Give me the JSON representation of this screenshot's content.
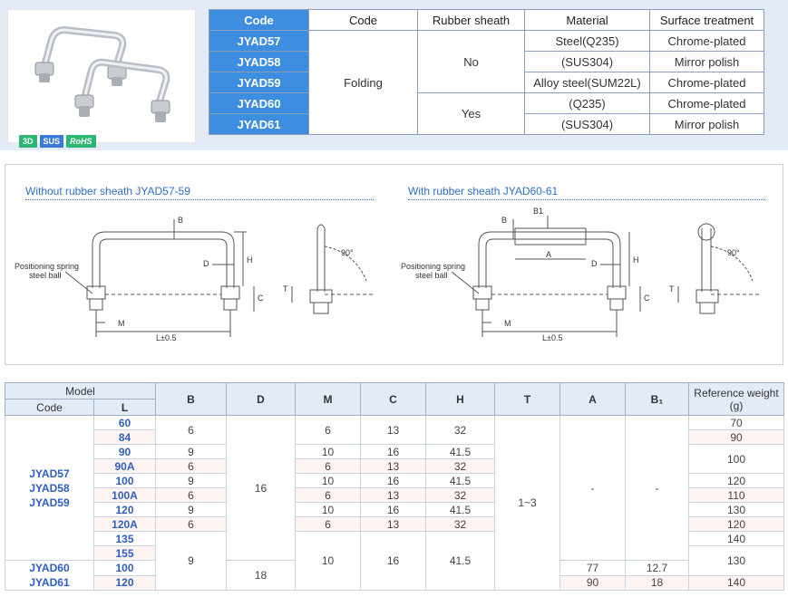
{
  "badges": [
    "3D",
    "SUS",
    "RoHS"
  ],
  "spec_table": {
    "headers": [
      "Code",
      "Code",
      "Rubber sheath",
      "Material",
      "Surface treatment"
    ],
    "codes": [
      "JYAD57",
      "JYAD58",
      "JYAD59",
      "JYAD60",
      "JYAD61"
    ],
    "type": "Folding",
    "rubber_no": "No",
    "rubber_yes": "Yes",
    "materials": [
      "Steel(Q235)",
      "(SUS304)",
      "Alloy steel(SUM22L)",
      "(Q235)",
      "(SUS304)"
    ],
    "surfaces": [
      "Chrome-plated",
      "Mirror polish",
      "Chrome-plated",
      "Chrome-plated",
      "Mirror polish"
    ]
  },
  "diagram": {
    "left_title": "Without rubber sheath JYAD57-59",
    "right_title": "With rubber sheath JYAD60-61",
    "labels": {
      "positioning_1": "Positioning spring",
      "positioning_2": "steel ball",
      "B": "B",
      "B1": "B1",
      "D": "D",
      "H": "H",
      "T": "T",
      "C": "C",
      "M": "M",
      "L": "L±0.5",
      "A": "A",
      "angle": "90°"
    }
  },
  "dims_table": {
    "header_model": "Model",
    "header_code": "Code",
    "header_L": "L",
    "header_B": "B",
    "header_D": "D",
    "header_M": "M",
    "header_C": "C",
    "header_H": "H",
    "header_T": "T",
    "header_A": "A",
    "header_B1": "B₁",
    "header_weight": "Reference weight (g)",
    "group1_codes": [
      "JYAD57",
      "JYAD58",
      "JYAD59"
    ],
    "group2_codes": [
      "JYAD60",
      "JYAD61"
    ],
    "L": [
      "60",
      "84",
      "90",
      "90A",
      "100",
      "100A",
      "120",
      "120A",
      "135",
      "155",
      "100",
      "120"
    ],
    "B": [
      "6",
      "9",
      "6",
      "9",
      "6",
      "9",
      "6",
      "9"
    ],
    "D": [
      "16",
      "18"
    ],
    "M": [
      "6",
      "10",
      "6",
      "10",
      "6",
      "10",
      "6",
      "10"
    ],
    "C": [
      "13",
      "16",
      "13",
      "16",
      "13",
      "16",
      "13",
      "16"
    ],
    "H": [
      "32",
      "41.5",
      "32",
      "41.5",
      "32",
      "41.5",
      "32",
      "41.5"
    ],
    "T": "1~3",
    "A": [
      "-",
      "77",
      "90"
    ],
    "B1": [
      "-",
      "12.7",
      "18"
    ],
    "weight": [
      "70",
      "90",
      "100",
      "120",
      "110",
      "130",
      "120",
      "140",
      "130",
      "140"
    ]
  }
}
